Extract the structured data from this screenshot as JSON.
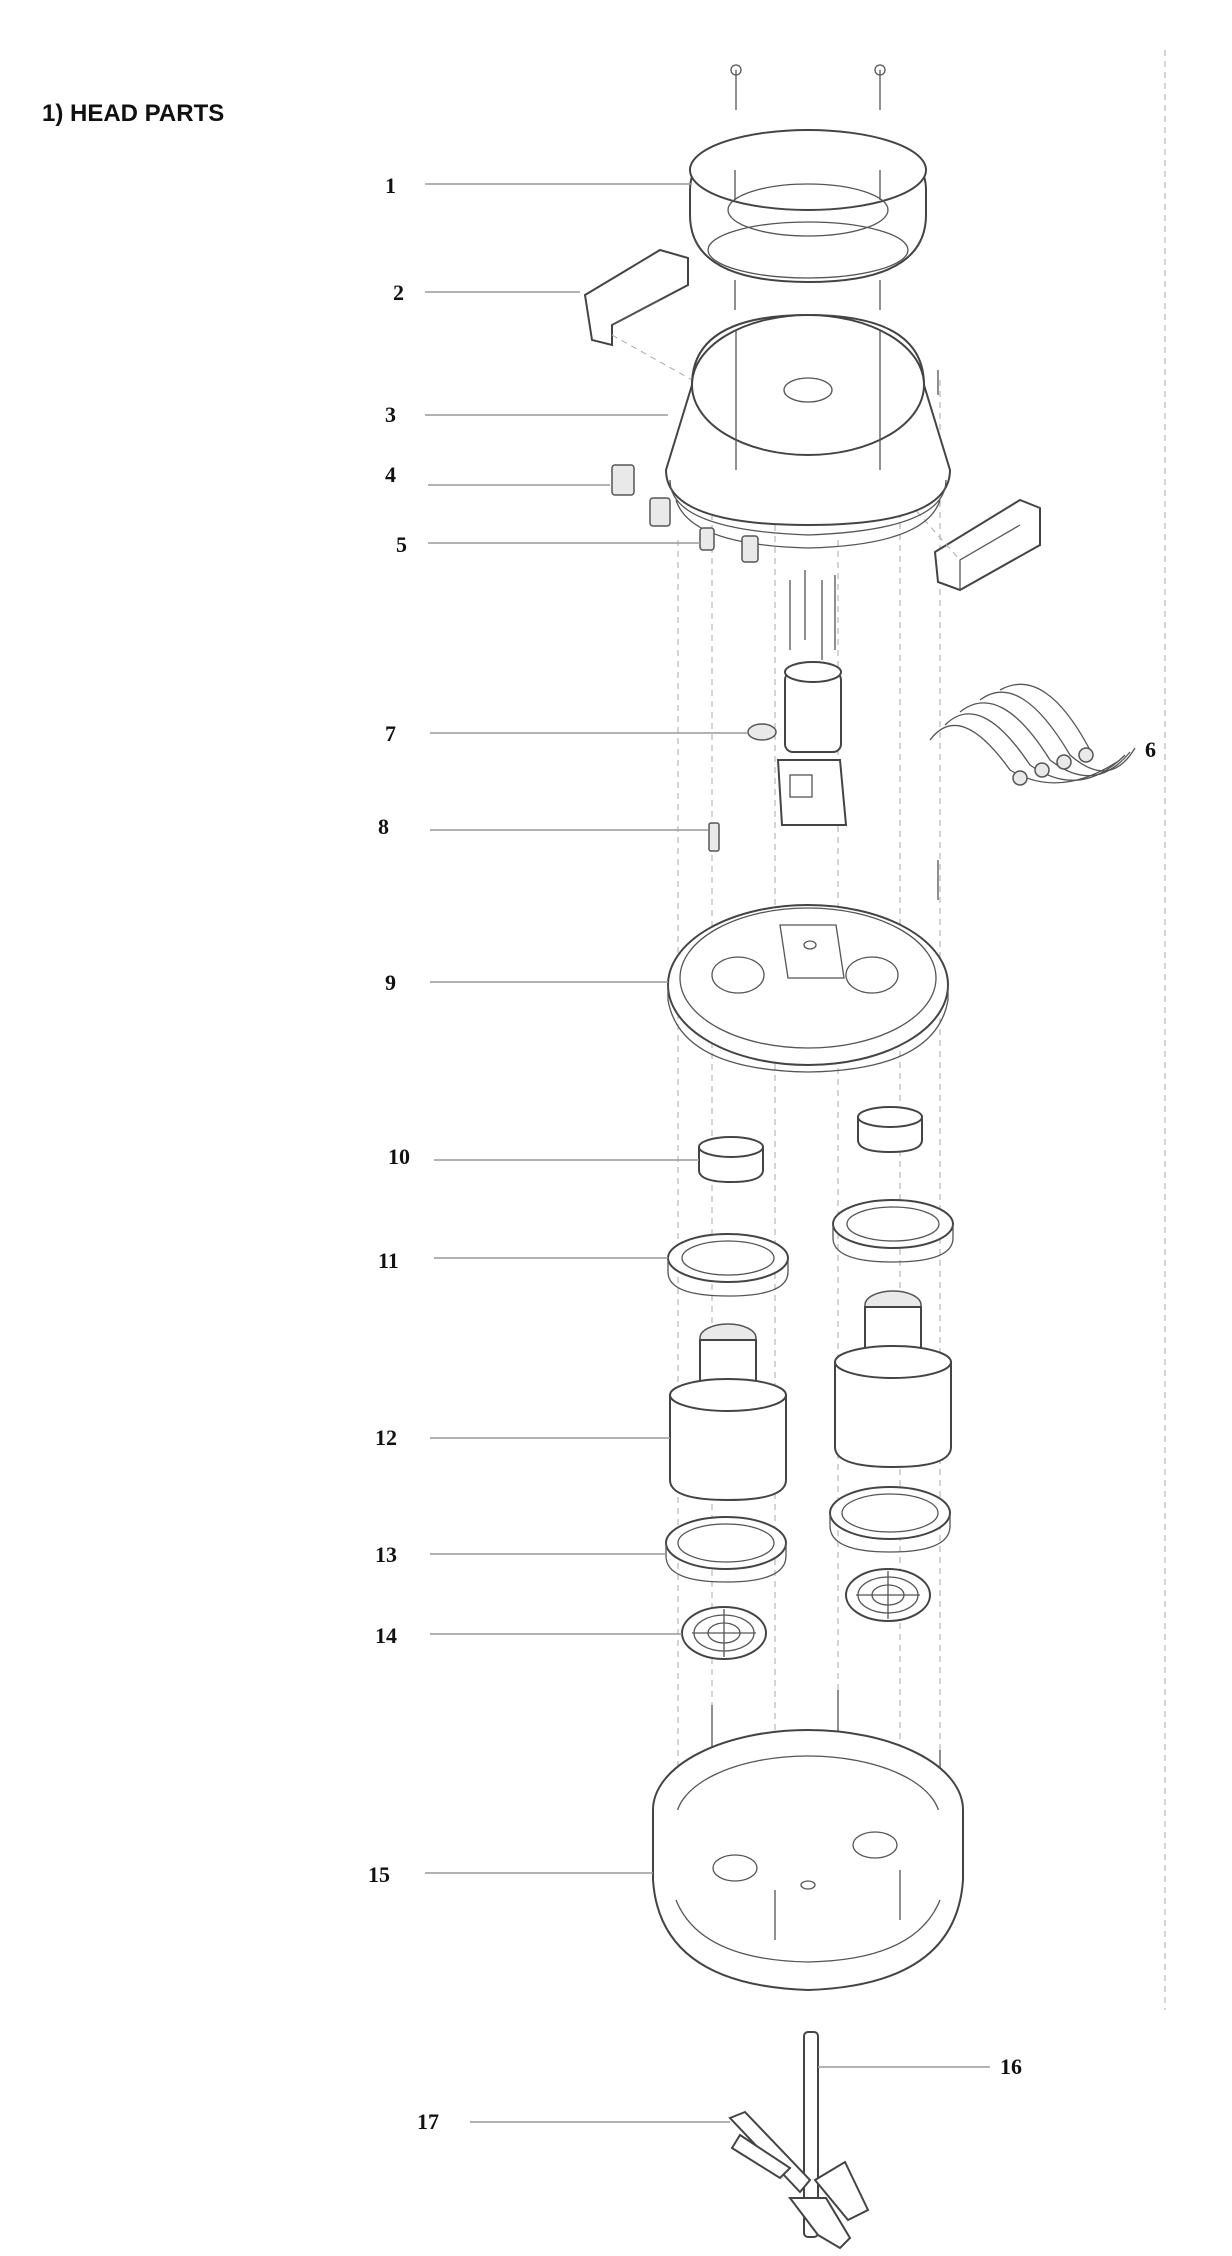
{
  "title": "1) HEAD  PARTS",
  "callouts": [
    {
      "num": "1"
    },
    {
      "num": "2"
    },
    {
      "num": "3"
    },
    {
      "num": "4"
    },
    {
      "num": "5"
    },
    {
      "num": "6"
    },
    {
      "num": "7"
    },
    {
      "num": "8"
    },
    {
      "num": "9"
    },
    {
      "num": "10"
    },
    {
      "num": "11"
    },
    {
      "num": "12"
    },
    {
      "num": "13"
    },
    {
      "num": "14"
    },
    {
      "num": "15"
    },
    {
      "num": "16"
    },
    {
      "num": "17"
    }
  ]
}
